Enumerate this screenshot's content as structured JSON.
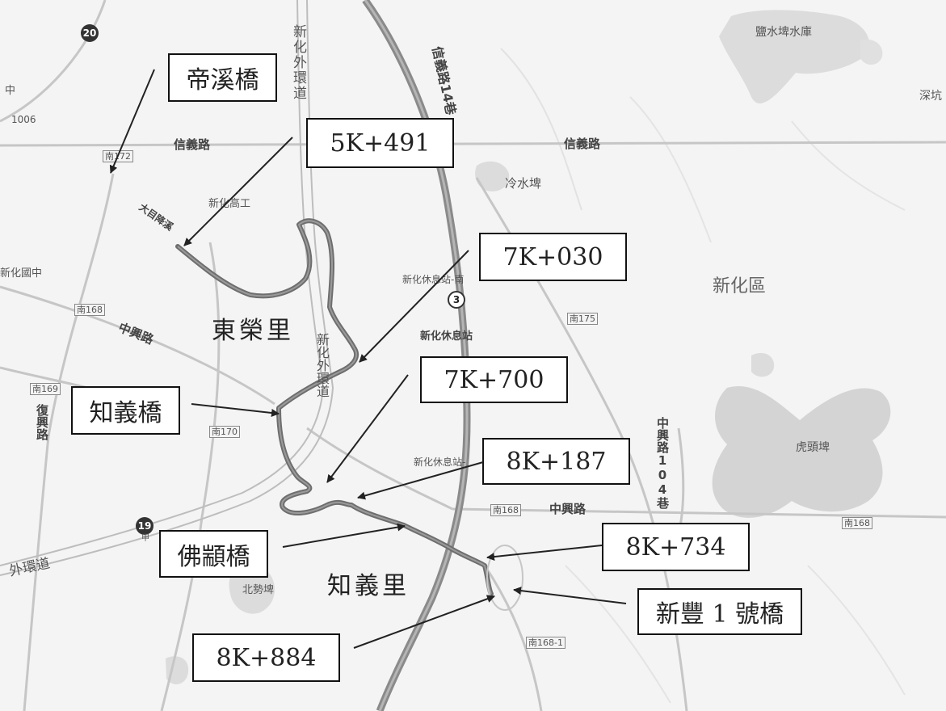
{
  "callouts": {
    "dixi_bridge": "帝溪橋",
    "k5_491": "5K+491",
    "k7_030": "7K+030",
    "k7_700": "7K+700",
    "k8_187": "8K+187",
    "k8_734": "8K+734",
    "k8_884": "8K+884",
    "zhiyi_bridge": "知義橋",
    "foxi_bridge": "佛顓橋",
    "xinfeng_bridge": "新豐 1 號橋"
  },
  "areas": {
    "dongrong": "東榮里",
    "zhiyi": "知義里"
  },
  "map_labels": {
    "route20": "20",
    "route3": "3",
    "route19": "19",
    "route19_sub": "甲",
    "xinhua_ring_top": "新化外環道",
    "xinhua_ring_mid": "新化外環道",
    "xinhua_ring_left": "外環道",
    "xinyi_lane14": "信義路14巷",
    "xinyi_rd_left": "信義路",
    "xinyi_rd_right": "信義路",
    "lengshuipi": "冷水埤",
    "salt_reservoir": "鹽水埤水庫",
    "shenkeng": "深坑",
    "xinhua_vocational": "新化高工",
    "xinhua_jhs": "新化國中",
    "xinhua_district": "新化區",
    "rest_area_n": "新化休息站-南",
    "rest_area": "新化休息站",
    "rest_area_s": "新化休息站-",
    "zhongxing_rd_left": "中興路",
    "zhongxing_rd_right": "中興路",
    "zhongxing_lane104": "中興路104巷",
    "fuxing_rd": "復興路",
    "hutoupi": "虎頭埤",
    "beishipi": "北勢埤",
    "dadouku": "大目降溪",
    "left_top": "中",
    "code_1006": "1006",
    "s172": "南172",
    "s168_a": "南168",
    "s169": "南169",
    "s170": "南170",
    "s175": "南175",
    "s168_b": "南168",
    "s168_c": "南168",
    "s168_1": "南168-1"
  }
}
